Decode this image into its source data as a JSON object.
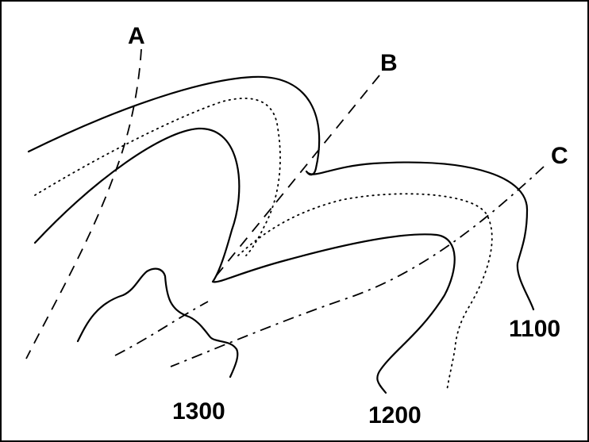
{
  "labels": {
    "section_a": "A",
    "section_b": "B",
    "section_c": "C",
    "contour_1100": "1100",
    "contour_1200": "1200",
    "contour_1300": "1300"
  },
  "colors": {
    "ink": "#000000",
    "background": "#ffffff"
  }
}
